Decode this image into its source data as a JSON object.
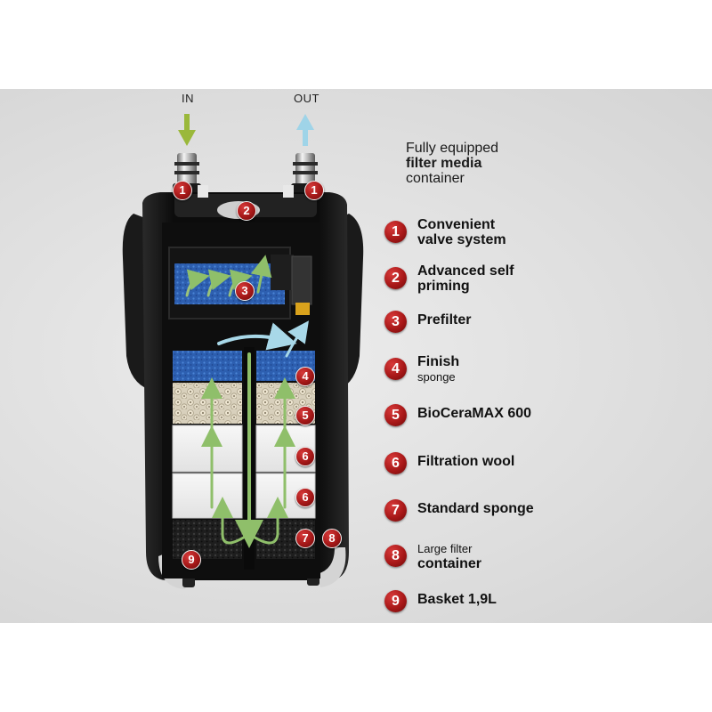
{
  "flow": {
    "in_label": "IN",
    "out_label": "OUT"
  },
  "heading": {
    "line1": "Fully equipped",
    "line2": "filter media",
    "line3": "container"
  },
  "legend": [
    {
      "number": "1",
      "title": "Convenient",
      "subtitle": "valve system",
      "subtitle_style": "bold"
    },
    {
      "number": "2",
      "title": "Advanced self",
      "subtitle": "priming",
      "subtitle_style": "bold"
    },
    {
      "number": "3",
      "title": "Prefilter",
      "subtitle": "",
      "subtitle_style": "bold"
    },
    {
      "number": "4",
      "title": "Finish",
      "subtitle": "sponge",
      "subtitle_style": "small"
    },
    {
      "number": "5",
      "title": "BioCeraMAX 600",
      "subtitle": "",
      "subtitle_style": "bold"
    },
    {
      "number": "6",
      "title": "Filtration wool",
      "subtitle": "",
      "subtitle_style": "bold"
    },
    {
      "number": "7",
      "title": "Standard sponge",
      "subtitle": "",
      "subtitle_style": "bold"
    },
    {
      "number": "8",
      "title": "Large filter",
      "subtitle": "container",
      "subtitle_style": "bold",
      "title_style": "small"
    },
    {
      "number": "9",
      "title": "Basket 1,9L",
      "subtitle": "",
      "subtitle_style": "bold"
    }
  ],
  "callouts": [
    {
      "number": "1"
    },
    {
      "number": "1"
    },
    {
      "number": "2"
    },
    {
      "number": "3"
    },
    {
      "number": "4"
    },
    {
      "number": "5"
    },
    {
      "number": "6"
    },
    {
      "number": "6"
    },
    {
      "number": "7"
    },
    {
      "number": "8"
    },
    {
      "number": "9"
    }
  ],
  "colors": {
    "badge_red": "#a81818",
    "flow_in_arrow": "#9ab83a",
    "flow_out_arrow": "#9fd4e8",
    "blue_sponge": "#2d5fb0",
    "black_sponge": "#1e1e1e",
    "canister": "#121212"
  }
}
